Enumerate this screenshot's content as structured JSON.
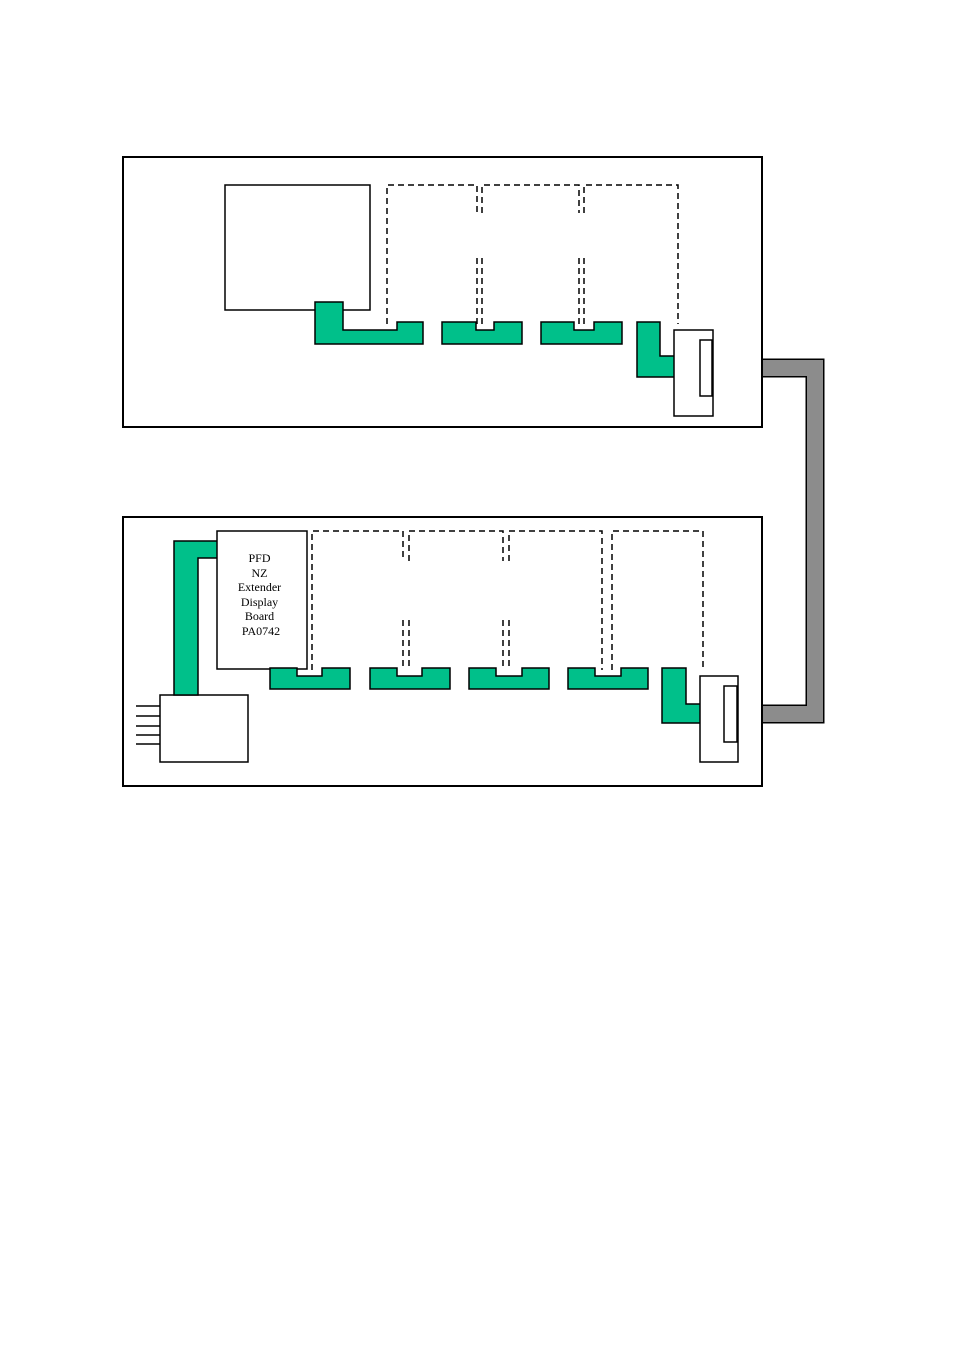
{
  "colors": {
    "connector_fill": "#00c08a",
    "cable_fill": "#8c8c8c",
    "outline": "#000000",
    "background": "#ffffff"
  },
  "lower_panel": {
    "board_label_lines": [
      "PFD",
      "NZ",
      "Extender",
      "Display",
      "Board",
      "PA0742"
    ]
  }
}
